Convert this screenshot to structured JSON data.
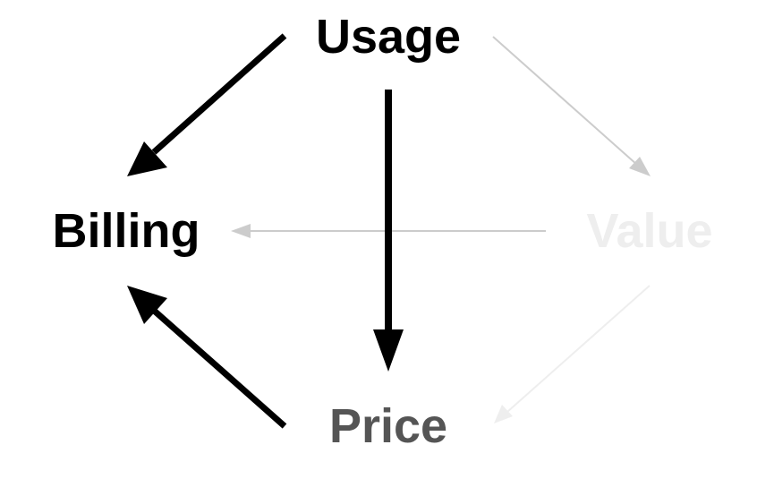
{
  "diagram": {
    "nodes": {
      "usage": {
        "label": "Usage",
        "color": "#000000"
      },
      "billing": {
        "label": "Billing",
        "color": "#000000"
      },
      "value": {
        "label": "Value",
        "color": "#eeeeee"
      },
      "price": {
        "label": "Price",
        "color": "#555555"
      }
    },
    "edges": [
      {
        "from": "Usage",
        "to": "Billing",
        "color": "#000000"
      },
      {
        "from": "Usage",
        "to": "Price",
        "color": "#000000"
      },
      {
        "from": "Price",
        "to": "Billing",
        "color": "#000000"
      },
      {
        "from": "Usage",
        "to": "Value",
        "color": "#cccccc"
      },
      {
        "from": "Value",
        "to": "Billing",
        "color": "#cccccc"
      },
      {
        "from": "Value",
        "to": "Price",
        "color": "#eeeeee"
      }
    ]
  }
}
